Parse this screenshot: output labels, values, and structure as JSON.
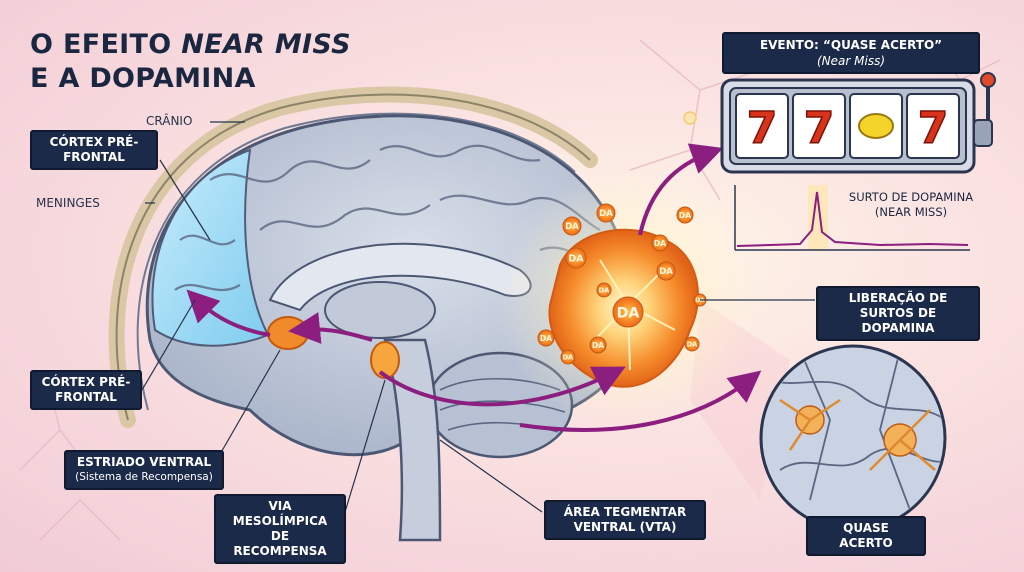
{
  "title": {
    "line1_prefix": "O EFEITO ",
    "line1_emph": "NEAR MISS",
    "line2": "E A DOPAMINA"
  },
  "labels": {
    "cranio": "CRÂNIO",
    "meninges": "MENINGES",
    "cortex_top": "CÓRTEX PRÉ-FRONTAL",
    "cortex_bottom": "CÓRTEX PRÉ-FRONTAL",
    "estriado": "ESTRIADO VENTRAL",
    "estriado_sub": "(Sistema de Recompensa)",
    "via": "VIA MESOLÍMPICA DE RECOMPENSA",
    "vta": "ÁREA TEGMENTAR VENTRAL (VTA)",
    "liberacao": "LIBERAÇÃO DE SURTOS DE DOPAMINA",
    "quase_acerto": "QUASE ACERTO"
  },
  "event": {
    "title": "EVENTO: “QUASE ACERTO”",
    "subtitle": "(Near Miss)"
  },
  "slot": {
    "reels": [
      "7",
      "7",
      "lemon",
      "7"
    ]
  },
  "surge": {
    "label": "SURTO DE DOPAMINA",
    "sub": "(NEAR MISS)"
  },
  "da_text": "DA",
  "colors": {
    "label_bg": "#1c2a4a",
    "arrow": "#8b1e7e",
    "burst": "#f08a2a",
    "cortex": "#8fd6f2",
    "brain": "#aeb8cc"
  },
  "icons": [
    "lemon-icon",
    "slot-lever-icon",
    "neuron-icon"
  ]
}
